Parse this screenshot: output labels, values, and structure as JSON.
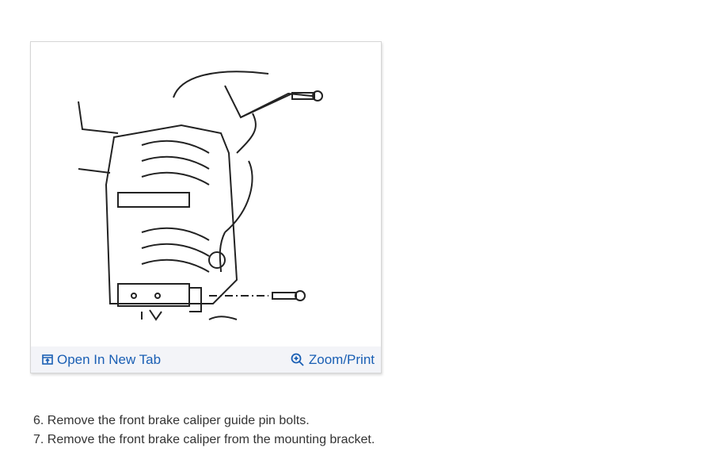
{
  "figure": {
    "open_tab_label": "Open In New Tab",
    "zoom_label": "Zoom/Print",
    "open_tab_icon": "open-new-tab-icon",
    "zoom_icon": "zoom-in-icon",
    "accent": "#1a5fb4"
  },
  "steps": [
    "6. Remove the front brake caliper guide pin bolts.",
    "7. Remove the front brake caliper from the mounting bracket."
  ]
}
